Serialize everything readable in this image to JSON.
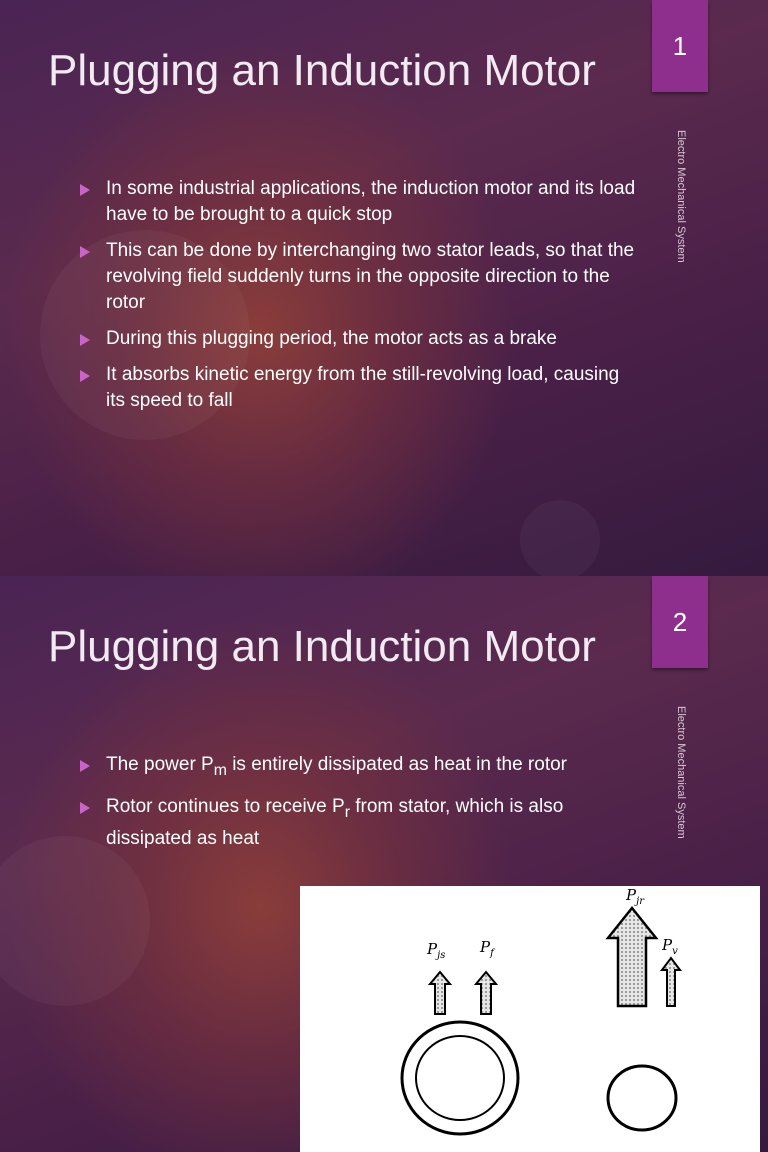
{
  "slides": [
    {
      "number": "1",
      "side_label": "Electro Mechanical System",
      "title": "Plugging an Induction Motor",
      "bullets": [
        "In some industrial applications, the induction motor and its load have to be brought to a quick stop",
        "This can be done by interchanging two stator leads, so that the revolving field suddenly turns in the opposite direction to the rotor",
        "During this plugging period, the motor acts as a brake",
        "It absorbs kinetic energy from the still-revolving load, causing its speed to fall"
      ]
    },
    {
      "number": "2",
      "side_label": "Electro Mechanical System",
      "title": "Plugging an Induction Motor",
      "bullets": [
        {
          "pre": "The power P",
          "sub": "m",
          "post": " is entirely dissipated as heat in the rotor"
        },
        {
          "pre": "Rotor continues to receive P",
          "sub": "r",
          "post": " from  stator, which is also dissipated as heat"
        }
      ],
      "figure": {
        "labels": {
          "pjs": {
            "main": "P",
            "sub": "js"
          },
          "pf": {
            "main": "P",
            "sub": "f"
          },
          "pjr": {
            "main": "P",
            "sub": "jr"
          },
          "pv": {
            "main": "P",
            "sub": "v"
          }
        }
      }
    }
  ],
  "theme": {
    "tab_color": "#8e2f8e",
    "bullet_color": "#c865c8"
  }
}
